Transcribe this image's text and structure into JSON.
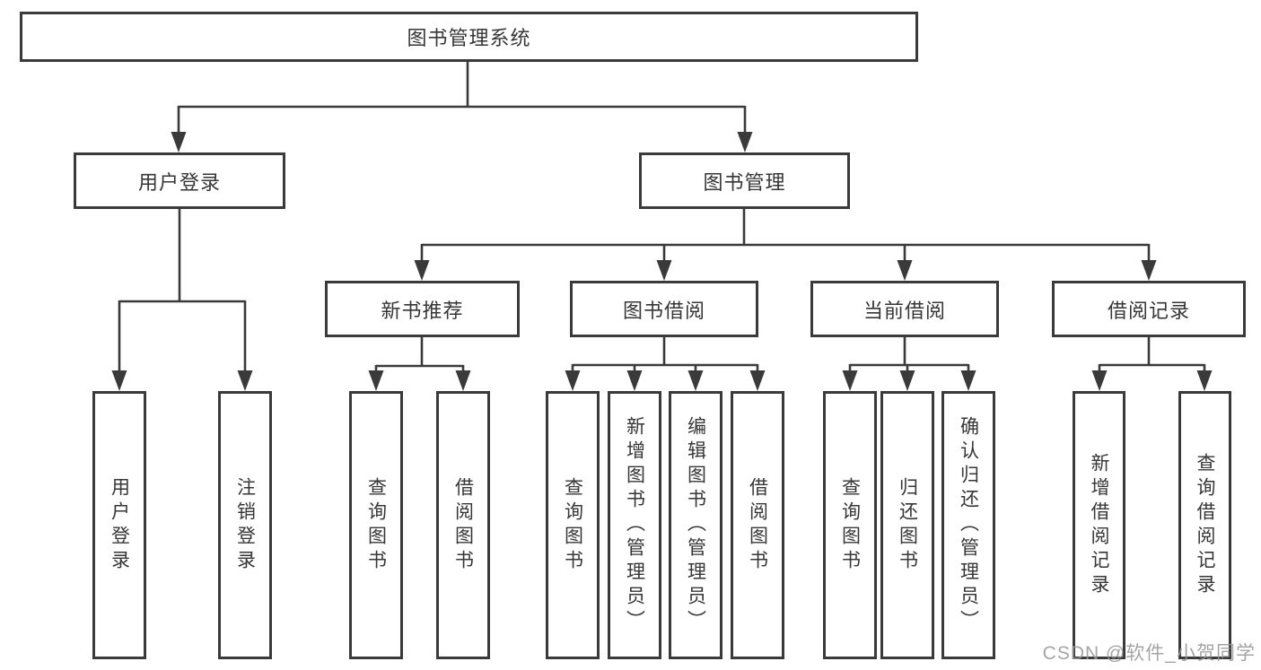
{
  "diagram": {
    "root": {
      "label": "图书管理系统"
    },
    "branches": [
      {
        "label": "用户登录",
        "children": [
          {
            "label": "用户登录"
          },
          {
            "label": "注销登录"
          }
        ]
      },
      {
        "label": "图书管理",
        "children": [
          {
            "label": "新书推荐",
            "children": [
              {
                "label": "查询图书"
              },
              {
                "label": "借阅图书"
              }
            ]
          },
          {
            "label": "图书借阅",
            "children": [
              {
                "label": "查询图书"
              },
              {
                "label": "新增图书（管理员）"
              },
              {
                "label": "编辑图书（管理员）"
              },
              {
                "label": "借阅图书"
              }
            ]
          },
          {
            "label": "当前借阅",
            "children": [
              {
                "label": "查询图书"
              },
              {
                "label": "归还图书"
              },
              {
                "label": "确认归还（管理员）"
              }
            ]
          },
          {
            "label": "借阅记录",
            "children": [
              {
                "label": "新增借阅记录"
              },
              {
                "label": "查询借阅记录"
              }
            ]
          }
        ]
      }
    ]
  },
  "watermark": {
    "text": "CSDN @软件_小贺同学"
  },
  "colors": {
    "line": "#3a3a3a",
    "box_border": "#3a3a3a",
    "text": "#363636",
    "watermark": "#989898",
    "background": "#ffffff"
  }
}
